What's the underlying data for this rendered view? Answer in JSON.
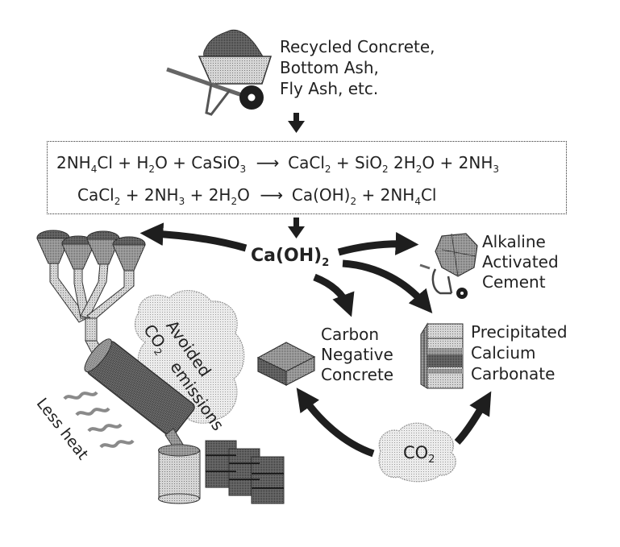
{
  "figure": {
    "type": "process-diagram",
    "colors": {
      "ink": "#222222",
      "fill_dark": "#555555",
      "fill_mid": "#8a8a8a",
      "fill_light": "#bdbdbd",
      "background": "#ffffff"
    }
  },
  "input_source": {
    "icon": "wheelbarrow-icon",
    "lines": [
      "Recycled Concrete,",
      "Bottom Ash,",
      "Fly Ash, etc."
    ]
  },
  "reactions": {
    "eq1": {
      "reactants": [
        {
          "pre": "2NH",
          "sub": "4",
          "post": "Cl"
        },
        {
          "pre": " + H",
          "sub": "2",
          "post": "O"
        },
        {
          "pre": " + CaSiO",
          "sub": "3",
          "post": ""
        }
      ],
      "arrow": "⟶",
      "products": [
        {
          "pre": "CaCl",
          "sub": "2",
          "post": ""
        },
        {
          "pre": " + SiO",
          "sub": "2",
          "post": ""
        },
        {
          "pre": " 2H",
          "sub": "2",
          "post": "O"
        },
        {
          "pre": " + 2NH",
          "sub": "3",
          "post": ""
        }
      ]
    },
    "eq2": {
      "reactants": [
        {
          "pre": "CaCl",
          "sub": "2",
          "post": ""
        },
        {
          "pre": " + 2NH",
          "sub": "3",
          "post": ""
        },
        {
          "pre": " + 2H",
          "sub": "2",
          "post": "O"
        }
      ],
      "arrow": "⟶",
      "products": [
        {
          "pre": "Ca(OH)",
          "sub": "2",
          "post": ""
        },
        {
          "pre": " + 2NH",
          "sub": "4",
          "post": "Cl"
        }
      ]
    }
  },
  "hub": {
    "pre": "Ca(OH)",
    "sub": "2"
  },
  "outputs": {
    "alkaline": {
      "icon": "cement-mixer-icon",
      "lines": [
        "Alkaline",
        "Activated",
        "Cement"
      ]
    },
    "pcc": {
      "icon": "carton-bag-icon",
      "lines": [
        "Precipitated",
        "Calcium",
        "Carbonate"
      ]
    },
    "concrete": {
      "icon": "concrete-slab-icon",
      "lines": [
        "Carbon",
        "Negative",
        "Concrete"
      ]
    },
    "kiln": {
      "icon": "kiln-funnel-icon"
    }
  },
  "annotations": {
    "avoided": {
      "line1": "Avoided",
      "co2_pre": "CO",
      "co2_sub": "2",
      "line2": "emissions"
    },
    "less_heat": "Less heat",
    "co2_cloud": {
      "pre": "CO",
      "sub": "2"
    }
  }
}
